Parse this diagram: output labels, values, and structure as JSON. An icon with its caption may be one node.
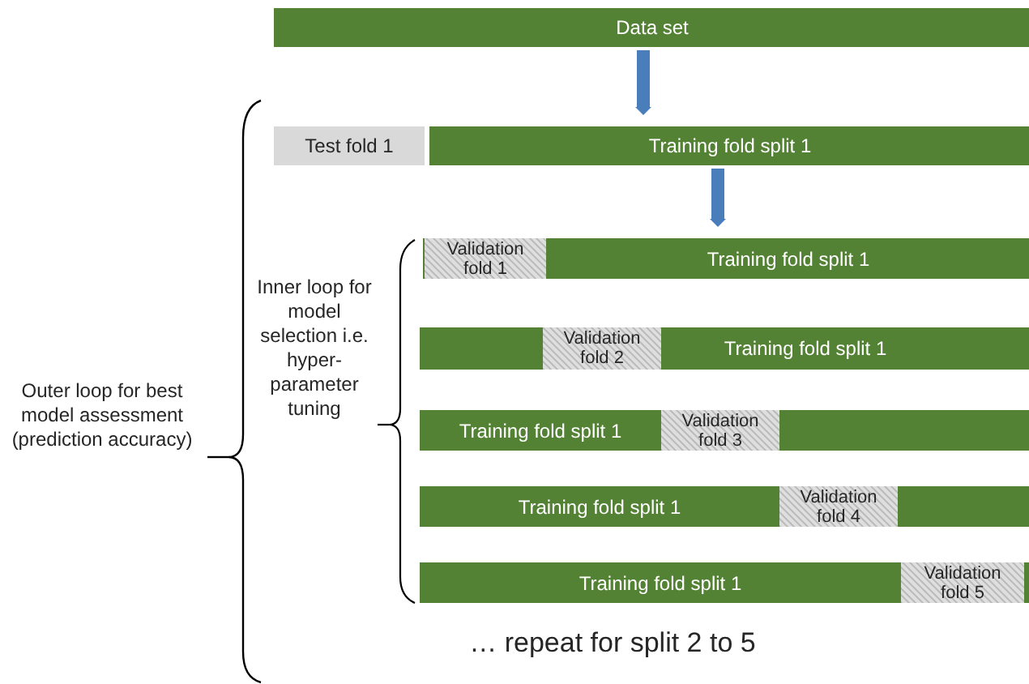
{
  "diagram": {
    "nodes": [
      {
        "text": [
          "Data set"
        ]
      },
      {
        "text": [
          "Test fold 1"
        ]
      },
      {
        "text": [
          "Training fold split 1"
        ]
      },
      {
        "text": [
          "Training fold split 1"
        ]
      },
      {
        "text": [
          "Validation fold 1"
        ],
        "in": 3
      },
      {
        "text": [
          "Training fold split 1"
        ]
      },
      {
        "text": [
          "Validation fold 2"
        ],
        "in": 5
      },
      {
        "text": [
          "Training fold split 1"
        ]
      },
      {
        "text": [
          "Validation fold 3"
        ],
        "in": 7
      },
      {
        "text": [
          "Training fold split 1"
        ]
      },
      {
        "text": [
          "Validation fold 4"
        ],
        "in": 9
      },
      {
        "text": [
          "Training fold split 1"
        ]
      },
      {
        "text": [
          "Validation fold 5"
        ],
        "in": 11
      }
    ],
    "edges": [
      {
        "from": 0,
        "to": 2,
        "arrow": "to"
      },
      {
        "from": 2,
        "to": 3,
        "arrow": "to"
      }
    ],
    "labels": [
      "Outer loop for best model assessment (prediction accuracy)",
      "Inner loop for model selection i.e. hyper-parameter tuning",
      "… repeat for split 2 to 5"
    ]
  }
}
